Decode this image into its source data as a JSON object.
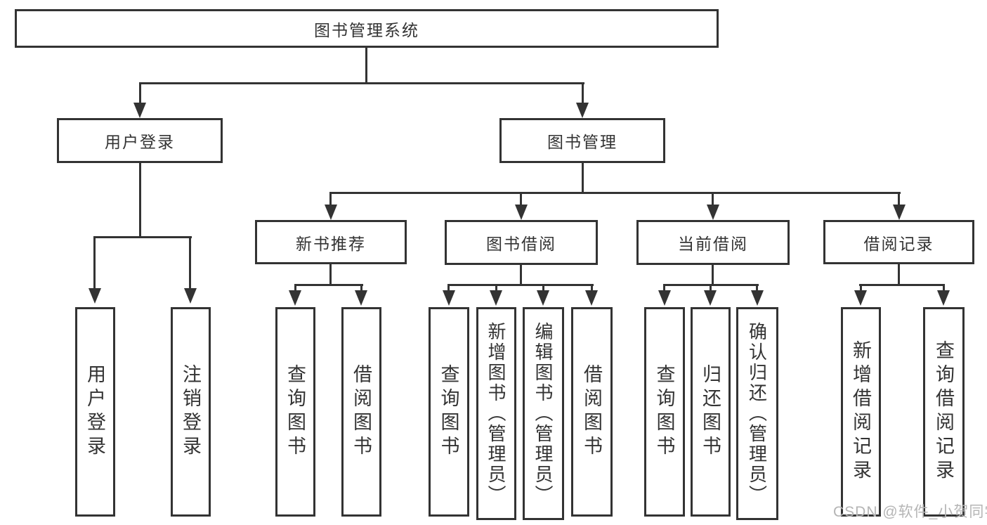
{
  "diagram": {
    "root": {
      "label": "图书管理系统"
    },
    "level2": [
      {
        "label": "用户登录"
      },
      {
        "label": "图书管理"
      }
    ],
    "level3": [
      {
        "label": "新书推荐"
      },
      {
        "label": "图书借阅"
      },
      {
        "label": "当前借阅"
      },
      {
        "label": "借阅记录"
      }
    ],
    "leaves": {
      "user_login": [
        "用户登录",
        "注销登录"
      ],
      "new_books": [
        "查询图书",
        "借阅图书"
      ],
      "book_borrow": [
        "查询图书",
        "新增图书（管理员）",
        "编辑图书（管理员）",
        "借阅图书"
      ],
      "current_borrow": [
        "查询图书",
        "归还图书",
        "确认归还（管理员）"
      ],
      "borrow_records": [
        "新增借阅记录",
        "查询借阅记录"
      ]
    }
  },
  "watermark": {
    "text": "CSDN @软件_小贺同学"
  },
  "colors": {
    "line": "#333333",
    "text": "#333333",
    "watermark": "#b5b5b5",
    "background": "#ffffff"
  }
}
